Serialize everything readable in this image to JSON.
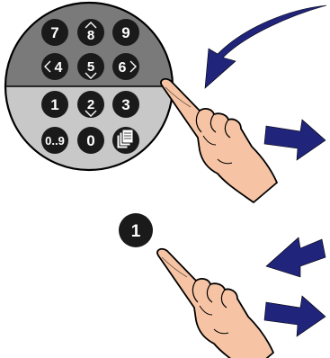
{
  "keypad": {
    "upper_keys": [
      "7",
      "8",
      "9",
      "4",
      "5",
      "6"
    ],
    "lower_keys": [
      "1",
      "2",
      "3",
      "0..9",
      "0"
    ],
    "upper_color": "#7a7a7a",
    "lower_color": "#c8c8c8",
    "key_color": "#1a1a1a"
  },
  "demo_key": {
    "label": "1"
  },
  "icons": {
    "arrow_swipe_down": "curved-arrow-icon",
    "arrow_right_1": "arrow-right-icon",
    "arrow_left": "arrow-left-icon",
    "arrow_right_2": "arrow-right-icon",
    "hand_1": "pointing-hand-icon",
    "hand_2": "pointing-hand-icon",
    "mem_key": "memory-card-icon"
  },
  "colors": {
    "arrow": "#20247a",
    "skin": "#f6c4a4",
    "skin_outline": "#000000"
  }
}
